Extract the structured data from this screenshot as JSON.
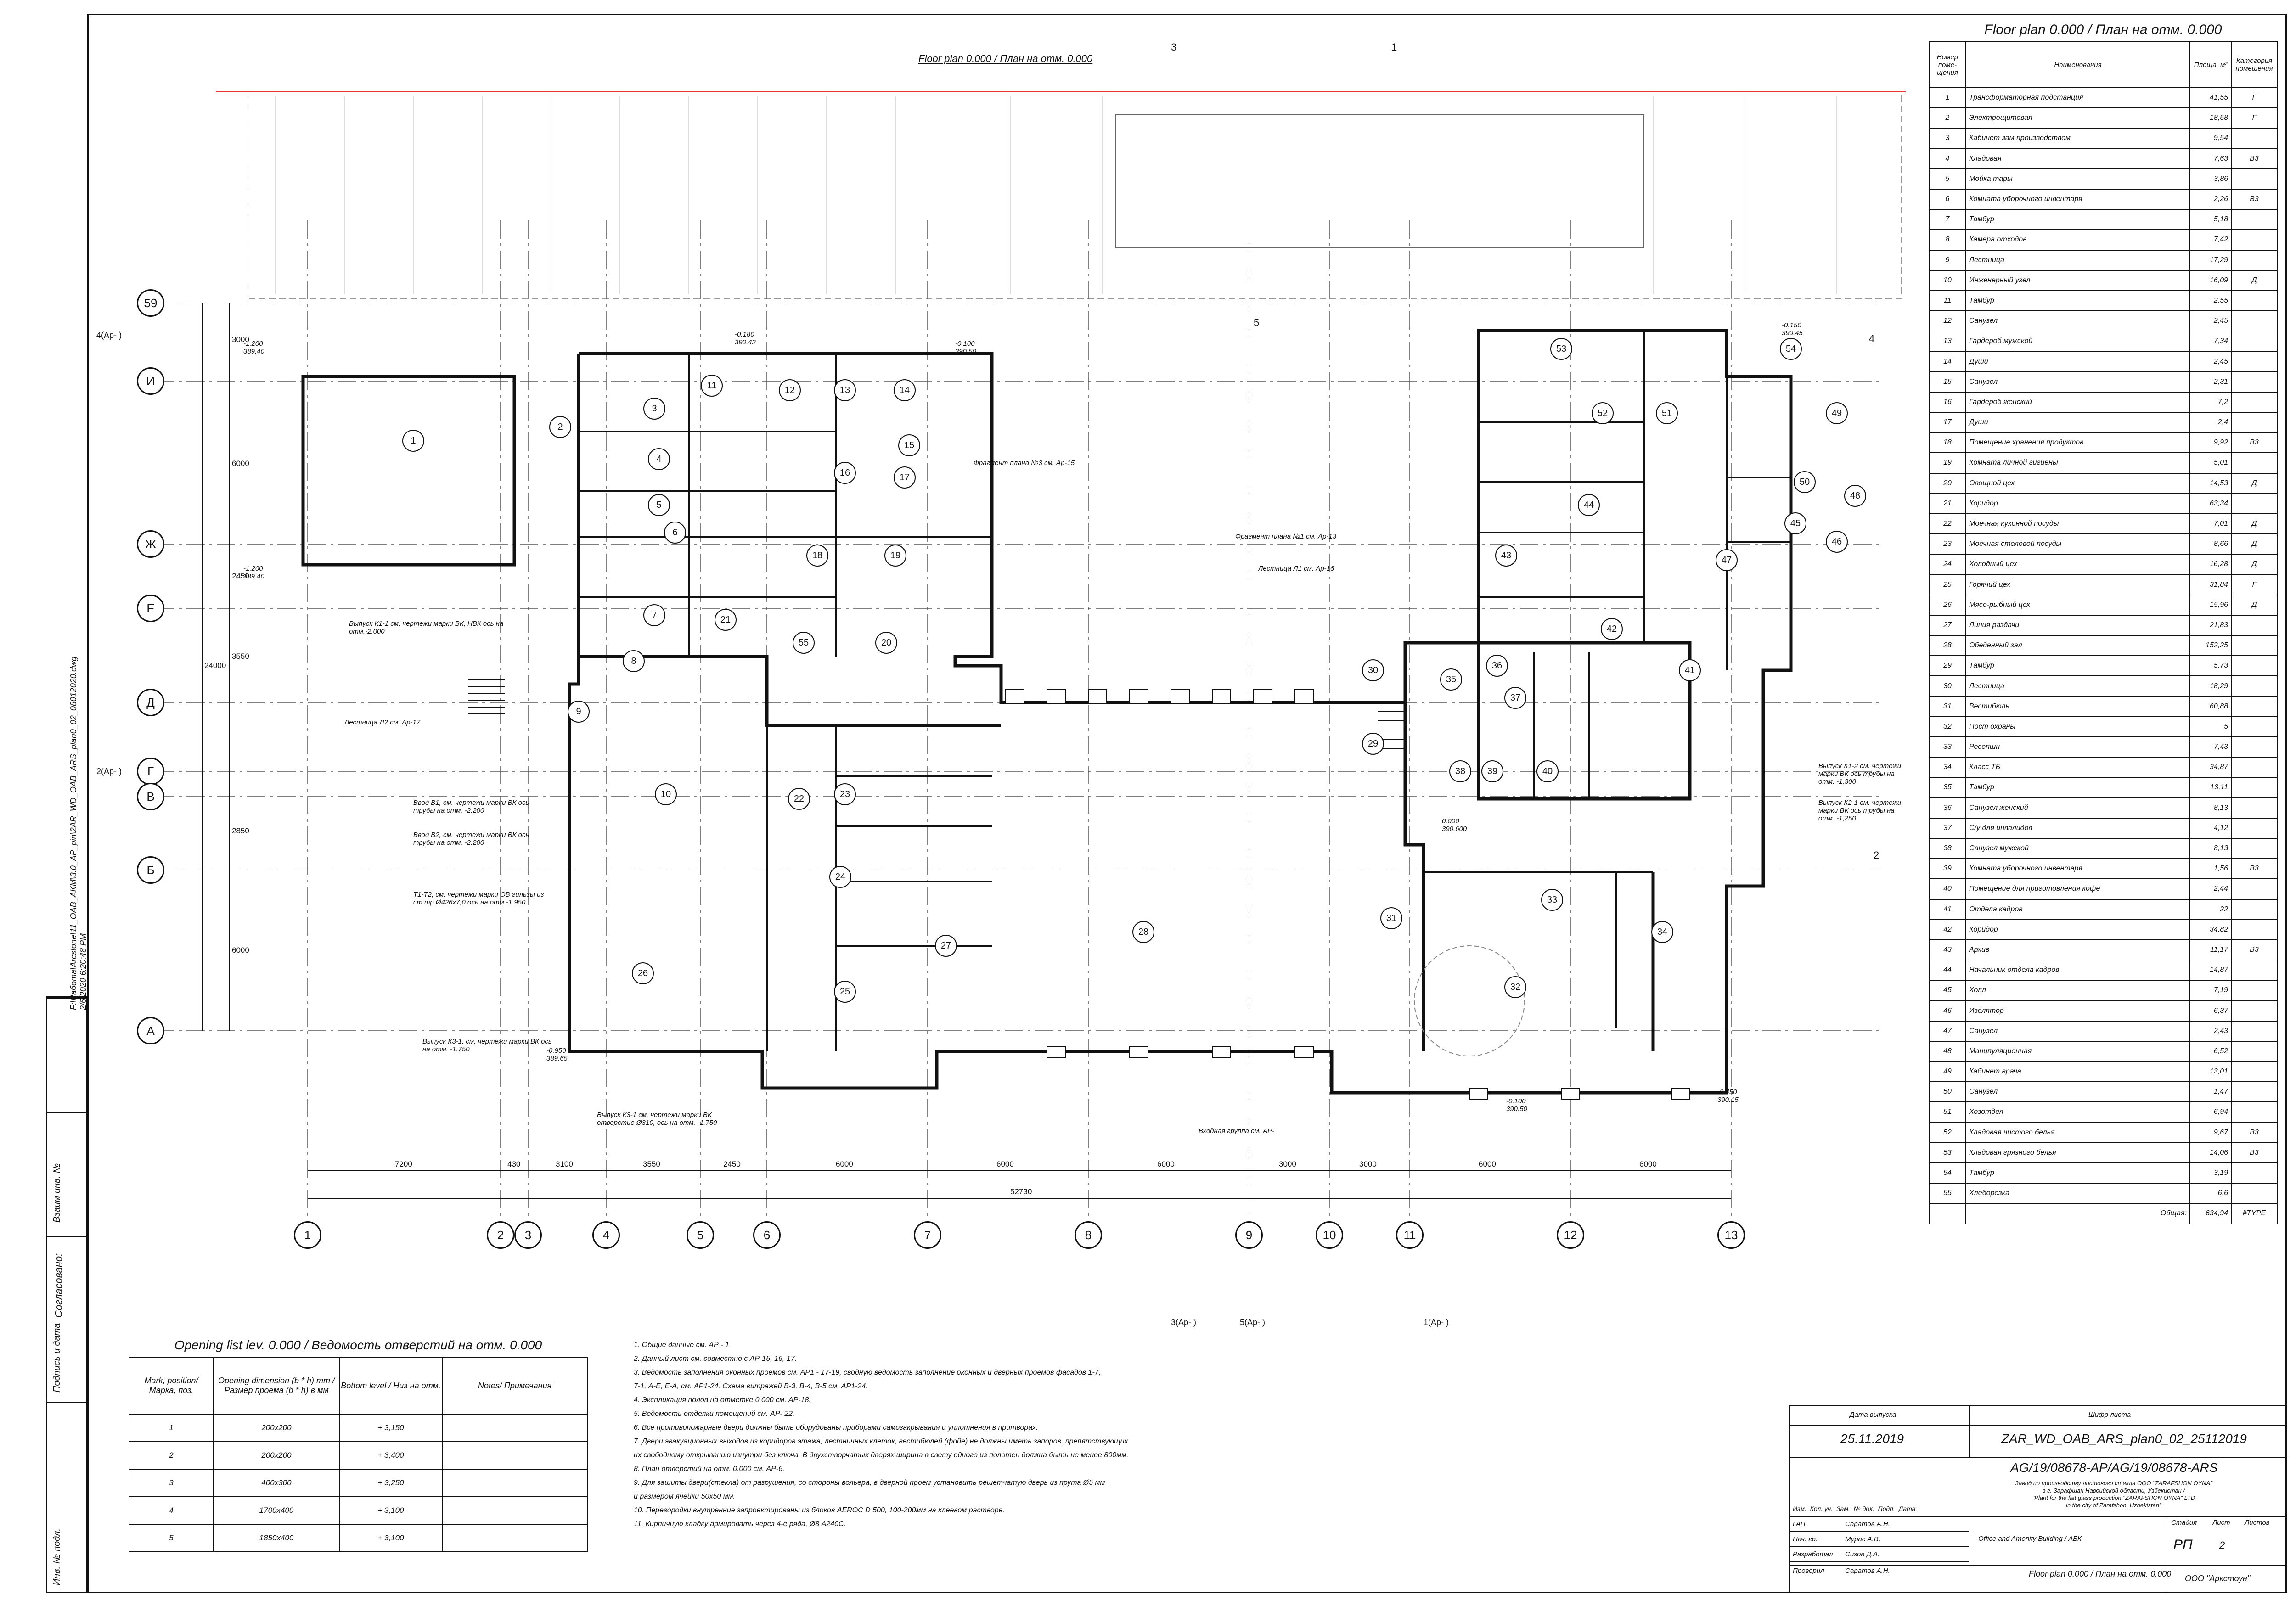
{
  "plan": {
    "title": "Floor plan 0.000 / План на отм. 0.000",
    "axes_letters": [
      "59",
      "И",
      "Ж",
      "Е",
      "Д",
      "Г",
      "В",
      "Б",
      "А"
    ],
    "axes_numbers": [
      "1",
      "2",
      "3",
      "4",
      "5",
      "6",
      "7",
      "8",
      "9",
      "10",
      "11",
      "12",
      "13"
    ],
    "bottom_dims": [
      "7200",
      "430",
      "3100",
      "3550",
      "2450",
      "6000",
      "6000",
      "6000",
      "3000",
      "3000",
      "6000",
      "6000"
    ],
    "overall_dim": "52730",
    "left_dims": [
      "3000",
      "6000",
      "2450",
      "3550",
      "24000",
      "2850",
      "6000"
    ],
    "levels": [
      {
        "t": "-1.200",
        "b": "389.40"
      },
      {
        "t": "-0.180",
        "b": "390.42"
      },
      {
        "t": "-0.100",
        "b": "390.50"
      },
      {
        "t": "-0.150",
        "b": "390.45"
      },
      {
        "t": "-1.200",
        "b": "389.40"
      },
      {
        "t": "-0.950",
        "b": "389.65"
      },
      {
        "t": "-0.100",
        "b": "390.50"
      },
      {
        "t": "-0.450",
        "b": "390.15"
      },
      {
        "t": "0.000",
        "b": "390.600"
      }
    ],
    "annotations": [
      "Фрагмент плана №3 см. Ар-15",
      "Фрагмент плана №1 см. Ар-13",
      "Лестница Л1 см. Ар-16",
      "Лестница Л2 см. Ар-17",
      "Входная группа см. АР-",
      "Выпуск К1-1 см. чертежи марки ВК, НВК ось на отм.-2.000",
      "Ввод В1, см. чертежи марки ВК ось трубы на отм. -2.200",
      "Ввод В2, см. чертежи марки ВК ось трубы на отм. -2.200",
      "Т1-Т2, см. чертежи марки ОВ гильзы из ст.тр.Ø426х7,0 ось на отм.-1.950",
      "Выпуск К3-1, см. чертежи марки ВК ось на отм. -1.750",
      "Выпуск К3-1 см. чертежи марки ВК отверстие Ø310, ось на отм. -1.750",
      "Выпуск К1-2 см. чертежи марки ВК ось трубы на отм. -1,300",
      "Выпуск К2-1 см. чертежи марки ВК ось трубы на отм. -1,250"
    ],
    "section_marks": [
      "1",
      "3",
      "5",
      "4",
      "2",
      "3(Ар- )",
      "5(Ар- )",
      "1(Ар- )",
      "4(Ар- )",
      "2(Ар- )"
    ],
    "room_tags": [
      "1",
      "2",
      "3",
      "4",
      "5",
      "6",
      "7",
      "8",
      "9",
      "10",
      "11",
      "12",
      "13",
      "14",
      "15",
      "16",
      "17",
      "18",
      "19",
      "20",
      "21",
      "22",
      "23",
      "24",
      "25",
      "26",
      "27",
      "28",
      "29",
      "30",
      "31",
      "32",
      "33",
      "34",
      "35",
      "36",
      "37",
      "38",
      "39",
      "40",
      "41",
      "42",
      "43",
      "44",
      "45",
      "46",
      "47",
      "48",
      "49",
      "50",
      "51",
      "52",
      "53",
      "54",
      "55"
    ]
  },
  "schedule": {
    "title": "Floor plan 0.000 / План на отм. 0.000",
    "headers": [
      "Номер поме-щения",
      "Наименования",
      "Площа, м²",
      "Категория помещения"
    ],
    "rows": [
      [
        "1",
        "Трансформаторная подстанция",
        "41,55",
        "Г"
      ],
      [
        "2",
        "Электрощитовая",
        "18,58",
        "Г"
      ],
      [
        "3",
        "Кабинет зам производством",
        "9,54",
        ""
      ],
      [
        "4",
        "Кладовая",
        "7,63",
        "В3"
      ],
      [
        "5",
        "Мойка тары",
        "3,86",
        ""
      ],
      [
        "6",
        "Комната уборочного инвентаря",
        "2,26",
        "В3"
      ],
      [
        "7",
        "Тамбур",
        "5,18",
        ""
      ],
      [
        "8",
        "Камера отходов",
        "7,42",
        ""
      ],
      [
        "9",
        "Лестница",
        "17,29",
        ""
      ],
      [
        "10",
        "Инженерный узел",
        "16,09",
        "Д"
      ],
      [
        "11",
        "Тамбур",
        "2,55",
        ""
      ],
      [
        "12",
        "Санузел",
        "2,45",
        ""
      ],
      [
        "13",
        "Гардероб мужской",
        "7,34",
        ""
      ],
      [
        "14",
        "Души",
        "2,45",
        ""
      ],
      [
        "15",
        "Санузел",
        "2,31",
        ""
      ],
      [
        "16",
        "Гардероб женский",
        "7,2",
        ""
      ],
      [
        "17",
        "Души",
        "2,4",
        ""
      ],
      [
        "18",
        "Помещение хранения продуктов",
        "9,92",
        "В3"
      ],
      [
        "19",
        "Комната личной гигиены",
        "5,01",
        ""
      ],
      [
        "20",
        "Овощной цех",
        "14,53",
        "Д"
      ],
      [
        "21",
        "Коридор",
        "63,34",
        ""
      ],
      [
        "22",
        "Моечная кухонной посуды",
        "7,01",
        "Д"
      ],
      [
        "23",
        "Моечная столовой посуды",
        "8,66",
        "Д"
      ],
      [
        "24",
        "Холодный цех",
        "16,28",
        "Д"
      ],
      [
        "25",
        "Горячий цех",
        "31,84",
        "Г"
      ],
      [
        "26",
        "Мясо-рыбный цех",
        "15,96",
        "Д"
      ],
      [
        "27",
        "Линия раздачи",
        "21,83",
        ""
      ],
      [
        "28",
        "Обеденный зал",
        "152,25",
        ""
      ],
      [
        "29",
        "Тамбур",
        "5,73",
        ""
      ],
      [
        "30",
        "Лестница",
        "18,29",
        ""
      ],
      [
        "31",
        "Вестибюль",
        "60,88",
        ""
      ],
      [
        "32",
        "Пост охраны",
        "5",
        ""
      ],
      [
        "33",
        "Ресепшн",
        "7,43",
        ""
      ],
      [
        "34",
        "Класс ТБ",
        "34,87",
        ""
      ],
      [
        "35",
        "Тамбур",
        "13,11",
        ""
      ],
      [
        "36",
        "Санузел женский",
        "8,13",
        ""
      ],
      [
        "37",
        "С/у для инвалидов",
        "4,12",
        ""
      ],
      [
        "38",
        "Санузел мужской",
        "8,13",
        ""
      ],
      [
        "39",
        "Комната уборочного инвентаря",
        "1,56",
        "В3"
      ],
      [
        "40",
        "Помещение для приготовления кофе",
        "2,44",
        ""
      ],
      [
        "41",
        "Отдела кадров",
        "22",
        ""
      ],
      [
        "42",
        "Коридор",
        "34,82",
        ""
      ],
      [
        "43",
        "Архив",
        "11,17",
        "В3"
      ],
      [
        "44",
        "Начальник отдела кадров",
        "14,87",
        ""
      ],
      [
        "45",
        "Холл",
        "7,19",
        ""
      ],
      [
        "46",
        "Изолятор",
        "6,37",
        ""
      ],
      [
        "47",
        "Санузел",
        "2,43",
        ""
      ],
      [
        "48",
        "Манипуляционная",
        "6,52",
        ""
      ],
      [
        "49",
        "Кабинет врача",
        "13,01",
        ""
      ],
      [
        "50",
        "Санузел",
        "1,47",
        ""
      ],
      [
        "51",
        "Хозотдел",
        "6,94",
        ""
      ],
      [
        "52",
        "Кладовая чистого белья",
        "9,67",
        "В3"
      ],
      [
        "53",
        "Кладовая грязного белья",
        "14,06",
        "В3"
      ],
      [
        "54",
        "Тамбур",
        "3,19",
        ""
      ],
      [
        "55",
        "Хлеборезка",
        "6,6",
        ""
      ]
    ],
    "total_label": "Общая:",
    "total_value": "634,94",
    "total_cat": "#TYPE"
  },
  "openings": {
    "title": "Opening list lev. 0.000 / Ведомость отверстий на отм. 0.000",
    "headers": [
      "Mark, position/ Марка, поз.",
      "Opening dimension (b * h) mm / Размер проема (b * h) в мм",
      "Bottom level / Низ на отм.",
      "Notes/ Примечания"
    ],
    "rows": [
      [
        "1",
        "200х200",
        "+ 3,150",
        ""
      ],
      [
        "2",
        "200х200",
        "+ 3,400",
        ""
      ],
      [
        "3",
        "400х300",
        "+ 3,250",
        ""
      ],
      [
        "4",
        "1700х400",
        "+ 3,100",
        ""
      ],
      [
        "5",
        "1850х400",
        "+ 3,100",
        ""
      ]
    ]
  },
  "notes": [
    "1. Общие данные см. АР - 1",
    "2. Данный лист см. совместно с АР-15, 16, 17.",
    "3. Ведомость заполнения оконных проемов см. АР1 - 17-19, сводную ведомость заполнение оконных и дверных проемов фасадов 1-7,",
    "7-1, А-Е, Е-А, см. АР1-24. Схема витражей В-3, В-4, В-5 см. АР1-24.",
    "4. Экспликация полов на отметке 0.000 см. АР-18.",
    "5. Ведомость отделки помещений см. АР- 22.",
    "6. Все противопожарные двери должны быть оборудованы приборами самозакрывания и уплотнения в притворах.",
    "7. Двери эвакуационных выходов из коридоров этажа, лестничных клеток, вестибюлей (фойе) не должны иметь запоров, препятствующих",
    "их свободному открыванию изнутри без ключа. В двухстворчатых дверях ширина в свету одного из полотен должна быть не менее 800мм.",
    "8. План отверстий на отм. 0.000 см. АР-6.",
    "9. Для защиты двери(стекла) от разрушения, со стороны вольера, в дверной проем установить решетчатую дверь из прута Ø5 мм",
    "и размером ячейки 50х50 мм.",
    "10. Перегородки внутренние запроектированы из блоков AEROC D 500, 100-200мм на клеевом растворе.",
    "11. Кирпичную кладку армировать через 4-е ряда, Ø8 А240С."
  ],
  "sidebar": {
    "filepath": "F:\\Работа\\Arcstone\\11_OAB_AKM\\3.0_AP_pin\\2AR_WD_OAB_ARS_plan0_02_08012020.dwg",
    "filedate": "2/6/2020 6:20:48 PM",
    "agreed": "Согласовано:",
    "cells": [
      "Взаим инв. №",
      "Подпись и дата",
      "Инв. № подл."
    ]
  },
  "titleblock": {
    "issue_date_label": "Дата выпуска",
    "issue_date": "25.11.2019",
    "cipher_label": "Шифр листа",
    "cipher": "ZAR_WD_OAB_ARS_plan0_02_25112019",
    "project_code": "AG/19/08678-AP/AG/19/08678-ARS",
    "project_desc": [
      "Завод по производству листового стекла ООО \"ZARAFSHON OYNA\"",
      "в г. Зарафшан Навоийской области, Узбекистан /",
      "\"Plant for the flat glass production \"ZARAFSHON OYNA\" LTD",
      "in the city of Zarafshon, Uzbekistan\""
    ],
    "col_headers": [
      "Изм.",
      "Кол. уч.",
      "Зам.",
      "№ док.",
      "Подп.",
      "Дата"
    ],
    "staff": [
      [
        "ГАП",
        "Саратов А.Н."
      ],
      [
        "Нач. гр.",
        "Мурас А.В."
      ],
      [
        "Разработал",
        "Сизов Д.А."
      ],
      [
        "Проверил",
        "Саратов А.Н."
      ]
    ],
    "building": "Office and Amenity Building / АБК",
    "stage_label": "Стадия",
    "sheet_label": "Лист",
    "sheets_label": "Листов",
    "stage": "РП",
    "sheet": "2",
    "drawing_name": "Floor plan 0.000 / План на отм. 0.000",
    "company": "ООО \"Аркстоун\""
  }
}
